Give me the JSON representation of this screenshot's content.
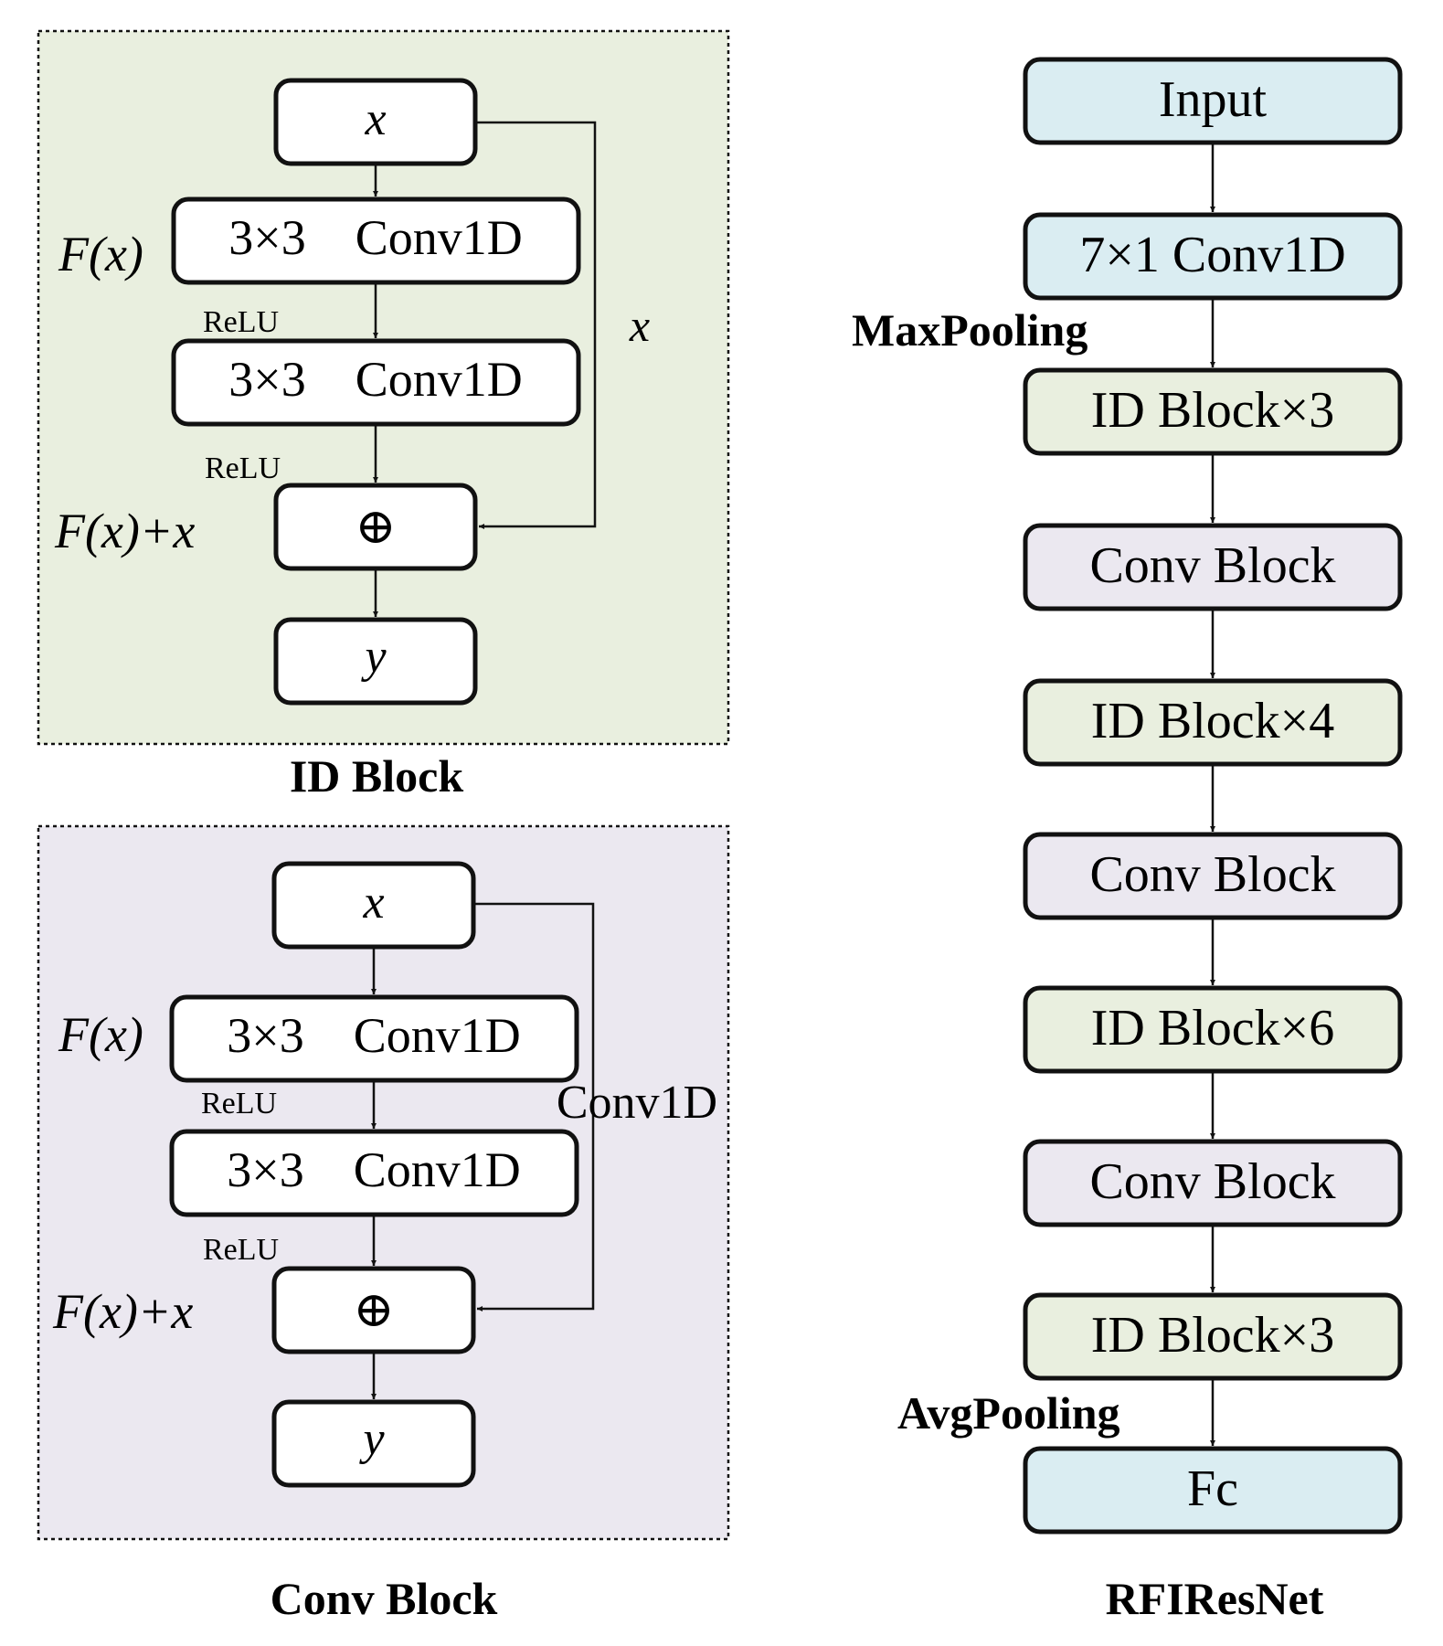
{
  "colors": {
    "id_block_bg": "#e9efdf",
    "conv_block_bg": "#ebe8f0",
    "io_box_fill": "#daedf2",
    "id_box_fill": "#e9efdf",
    "conv_box_fill": "#ebe8f0",
    "white": "#ffffff",
    "ink": "#111111"
  },
  "id_block": {
    "title": "ID Block",
    "input": "x",
    "conv1": "3×3    Conv1D",
    "conv2": "3×3    Conv1D",
    "relu1": "ReLU",
    "relu2": "ReLU",
    "fx_label": "F(x)",
    "sum_label": "F(x)+x",
    "add_symbol": "⊕",
    "output": "y",
    "shortcut_label": "x"
  },
  "conv_block": {
    "title": "Conv Block",
    "input": "x",
    "conv1": "3×3    Conv1D",
    "conv2": "3×3    Conv1D",
    "relu1": "ReLU",
    "relu2": "ReLU",
    "fx_label": "F(x)",
    "sum_label": "F(x)+x",
    "add_symbol": "⊕",
    "output": "y",
    "shortcut_label": "Conv1D"
  },
  "rfiresnet": {
    "title": "RFIResNet",
    "maxpool_label": "MaxPooling",
    "avgpool_label": "AvgPooling",
    "nodes": [
      {
        "label": "Input",
        "kind": "io"
      },
      {
        "label": "7×1    Conv1D",
        "kind": "io"
      },
      {
        "label": "ID Block×3",
        "kind": "id"
      },
      {
        "label": "Conv Block",
        "kind": "conv"
      },
      {
        "label": "ID Block×4",
        "kind": "id"
      },
      {
        "label": "Conv Block",
        "kind": "conv"
      },
      {
        "label": "ID Block×6",
        "kind": "id"
      },
      {
        "label": "Conv Block",
        "kind": "conv"
      },
      {
        "label": "ID Block×3",
        "kind": "id"
      },
      {
        "label": "Fc",
        "kind": "io"
      }
    ]
  }
}
